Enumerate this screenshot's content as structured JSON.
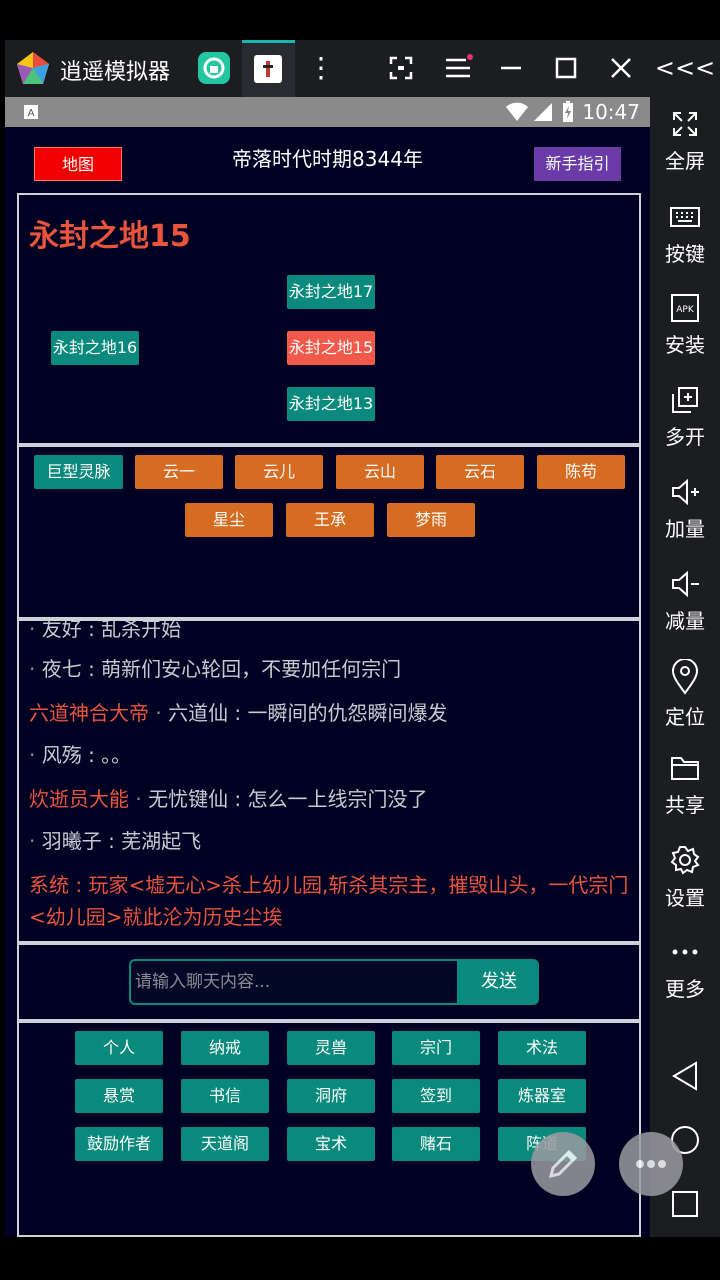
{
  "emulator": {
    "app_name": "逍遥模拟器",
    "rail_top": "<<<",
    "rail": [
      {
        "label": "全屏",
        "icon": "fullscreen-icon"
      },
      {
        "label": "按键",
        "icon": "keyboard-icon"
      },
      {
        "label": "安装",
        "icon": "apk-icon"
      },
      {
        "label": "多开",
        "icon": "multi-instance-icon"
      },
      {
        "label": "加量",
        "icon": "volume-up-icon"
      },
      {
        "label": "减量",
        "icon": "volume-down-icon"
      },
      {
        "label": "定位",
        "icon": "location-icon"
      },
      {
        "label": "共享",
        "icon": "folder-icon"
      },
      {
        "label": "设置",
        "icon": "gear-icon"
      },
      {
        "label": "更多",
        "icon": "more-icon"
      }
    ]
  },
  "status": {
    "clock": "10:47"
  },
  "game": {
    "map_button": "地图",
    "era": "帝落时代时期8344年",
    "guide_button": "新手指引",
    "location_title": "永封之地15",
    "map_nodes": {
      "north": "永封之地17",
      "west": "永封之地16",
      "current": "永封之地15",
      "south": "永封之地13"
    },
    "npc_row1": [
      "巨型灵脉",
      "云一",
      "云儿",
      "云山",
      "云石",
      "陈苟"
    ],
    "npc_row2": [
      "星尘",
      "王承",
      "梦雨"
    ],
    "chat": [
      {
        "title": "",
        "name": "友好",
        "text": "乱杀开始"
      },
      {
        "title": "",
        "name": "夜七",
        "text": "萌新们安心轮回，不要加任何宗门"
      },
      {
        "title": "六道神合大帝",
        "name": "六道仙",
        "text": "一瞬间的仇怨瞬间爆发"
      },
      {
        "title": "",
        "name": "风殇",
        "text": "。。"
      },
      {
        "title": "炊逝员大能",
        "name": "无忧键仙",
        "text": "怎么一上线宗门没了"
      },
      {
        "title": "",
        "name": "羽曦子",
        "text": "芜湖起飞"
      }
    ],
    "system_label": "系统",
    "system_text": "玩家<墟无心>杀上幼儿园,斩杀其宗主，摧毁山头，一代宗门<幼儿园>就此沦为历史尘埃",
    "chat_placeholder": "请输入聊天内容...",
    "send_button": "发送",
    "menu": [
      [
        "个人",
        "纳戒",
        "灵兽",
        "宗门",
        "术法"
      ],
      [
        "悬赏",
        "书信",
        "洞府",
        "签到",
        "炼器室"
      ],
      [
        "鼓励作者",
        "天道阁",
        "宝术",
        "赌石",
        "阵道"
      ]
    ]
  }
}
